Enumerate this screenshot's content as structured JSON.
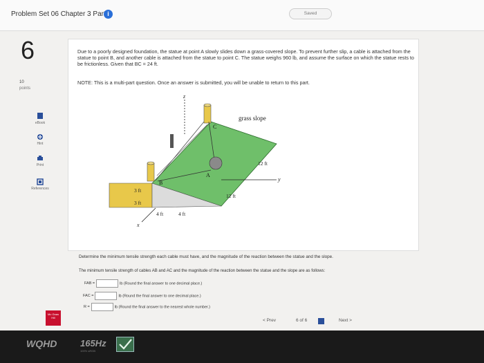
{
  "header": {
    "title": "Problem Set 06 Chapter 3 Part 2",
    "info_icon": "i",
    "saved": "Saved"
  },
  "question": {
    "number": "6",
    "points_value": "10",
    "points_label": "points",
    "text": "Due to a poorly designed foundation, the statue at point A slowly slides down a grass-covered slope. To prevent further slip, a cable is attached from the statue to point B, and another cable is attached from the statue to point C. The statue weighs 960 lb, and assume the surface on which the statue rests to be frictionless. Given that BC = 24 ft.",
    "note": "NOTE: This is a multi-part question. Once an answer is submitted, you will be unable to return to this part."
  },
  "tools": [
    {
      "label": "eBook",
      "icon": "book-icon"
    },
    {
      "label": "Hint",
      "icon": "hint-icon"
    },
    {
      "label": "Print",
      "icon": "print-icon"
    },
    {
      "label": "References",
      "icon": "references-icon"
    }
  ],
  "figure": {
    "z": "z",
    "x": "x",
    "y": "y",
    "A": "A",
    "B": "B",
    "C": "C",
    "grass_slope": "grass slope",
    "dim_12ft_right": "12 ft",
    "dim_12ft_mid": "12 ft",
    "dim_3ft_top": "3 ft",
    "dim_3ft_bot": "3 ft",
    "dim_4ft_a": "4 ft",
    "dim_4ft_b": "4 ft"
  },
  "part": {
    "prompt": "Determine the minimum tensile strength each cable must have, and the magnitude of the reaction between the statue and the slope.",
    "sub": "The minimum tensile strength of cables AB and AC and the magnitude of the reaction between the statue and the slope are as follows:",
    "rows": [
      {
        "label": "FAB =",
        "unit_hint": "lb (Round the final answer to one decimal place.)",
        "value": ""
      },
      {
        "label": "FAC =",
        "unit_hint": "lb (Round the final answer to one decimal place.)",
        "value": ""
      },
      {
        "label": "R =",
        "unit_hint": "lb (Round the final answer to the nearest whole number.)",
        "value": ""
      }
    ]
  },
  "footer": {
    "logo": "Mc Graw Hill",
    "prev": "< Prev",
    "page": "6 of 6",
    "next": "Next >"
  },
  "monitor": {
    "brand": "WQHD",
    "rate": "165Hz",
    "sub": "100% sRGB"
  },
  "colors": {
    "accent": "#2a6fd8",
    "slope_green": "#6fbf6a",
    "wall_yellow": "#e8c84a",
    "logo_red": "#c8102e"
  }
}
